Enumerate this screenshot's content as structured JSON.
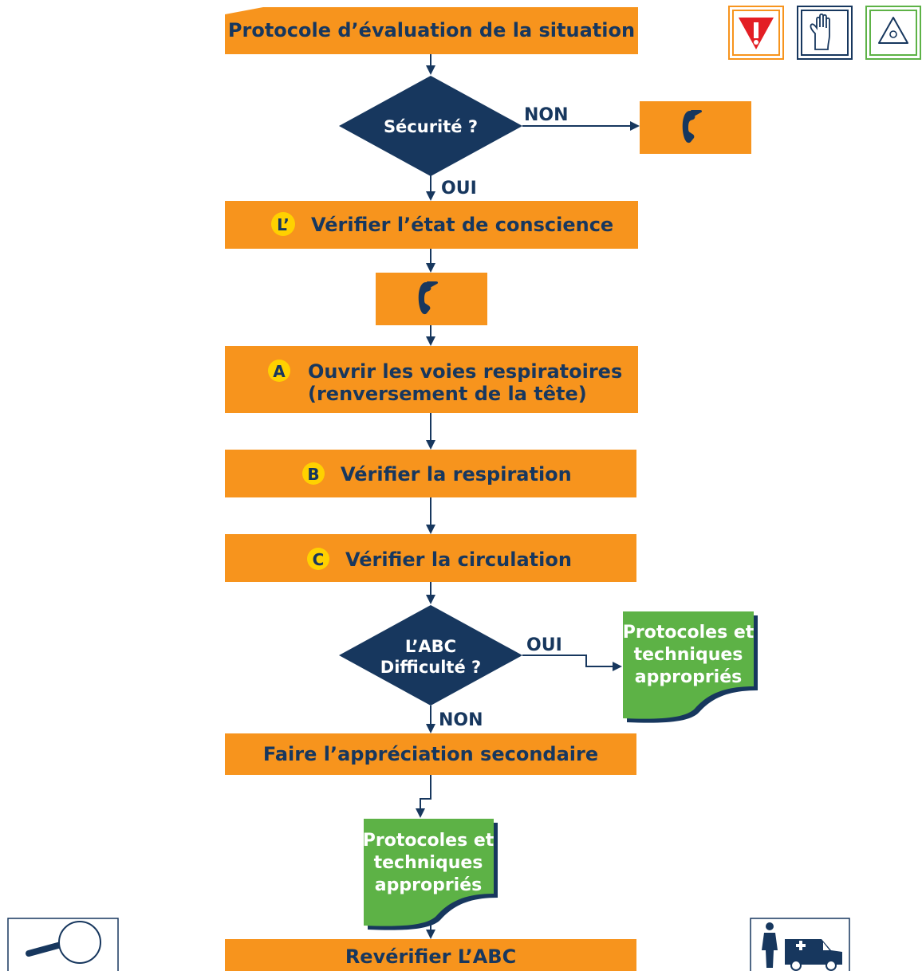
{
  "title": "Protocole d’évaluation de la situation",
  "colors": {
    "orange": "#f7941d",
    "navy": "#17375e",
    "green": "#5db246",
    "badge": "#ffd100",
    "danger_red": "#e31e24",
    "icon_green": "#5db246"
  },
  "nodes": {
    "securite": "Sécurité ?",
    "conscience_badge": "L’",
    "conscience": "Vérifier l’état de conscience",
    "airway_badge": "A",
    "airway_line1": "Ouvrir les voies respiratoires",
    "airway_line2": "(renversement de la tête)",
    "breathing_badge": "B",
    "breathing": "Vérifier la respiration",
    "circulation_badge": "C",
    "circulation": "Vérifier la circulation",
    "abc_line1": "L’ABC",
    "abc_line2": "Difficulté ?",
    "secondary": "Faire l’appréciation secondaire",
    "protocols_1_line1": "Protocoles et",
    "protocols_1_line2": "techniques",
    "protocols_1_line3": "appropriés",
    "protocols_2_line1": "Protocoles et",
    "protocols_2_line2": "techniques",
    "protocols_2_line3": "appropriés",
    "recheck": "Revérifier L’ABC"
  },
  "edges": {
    "securite_no": "NON",
    "securite_yes": "OUI",
    "abc_yes": "OUI",
    "abc_no": "NON"
  },
  "icons": {
    "phone_1": "phone-icon",
    "phone_2": "phone-icon",
    "danger": "danger-warning-icon",
    "gloves": "glove-icon",
    "hazard": "hazard-triangle-icon",
    "magnifier": "magnifier-icon",
    "transport": "patient-ambulance-icon"
  }
}
